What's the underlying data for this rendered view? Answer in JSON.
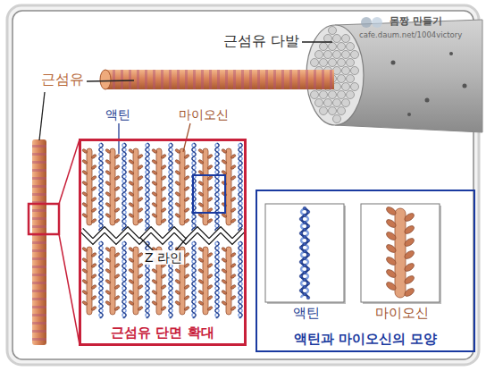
{
  "diagram": {
    "nodes": [
      {
        "text": [
          "근섬유 단면 확대"
        ]
      },
      {
        "text": [
          "액틴과 마이오신의 모양"
        ]
      },
      {
        "text": [
          "액틴"
        ],
        "in": 1
      },
      {
        "text": [
          "마이오신"
        ],
        "in": 1
      }
    ],
    "labels": [
      "몸짱 만들기",
      "cafe.daum.net/1004victory",
      "근섬유 다발",
      "근섬유",
      "액틴",
      "마이오신",
      "Z 라인"
    ]
  }
}
